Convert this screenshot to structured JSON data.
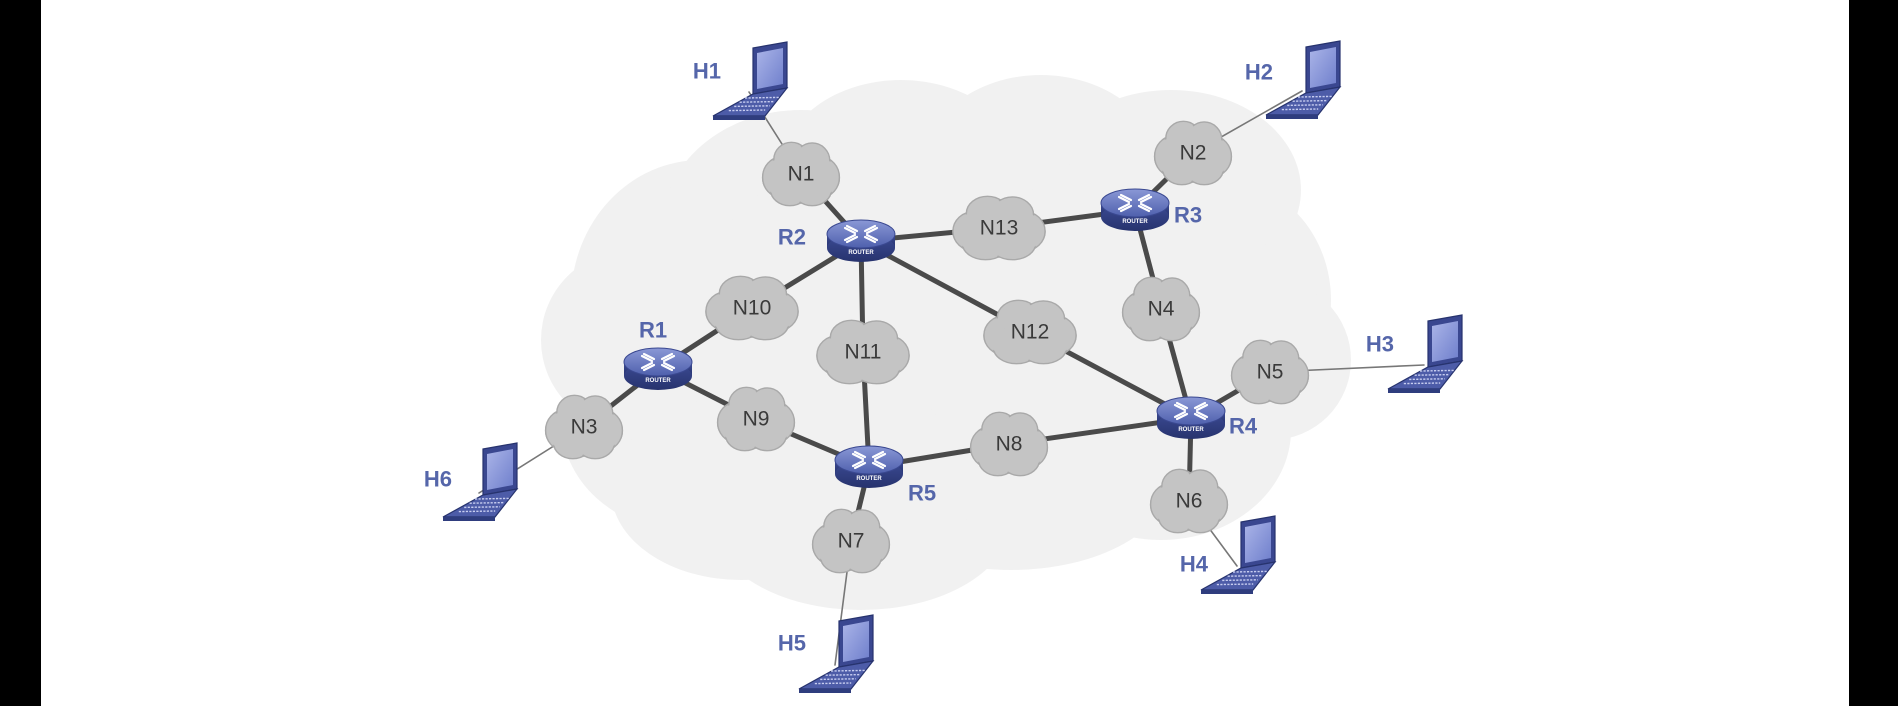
{
  "colors": {
    "background": "#ffffff",
    "side_bars": "#000000",
    "cloud_backdrop": "#f1f1f1",
    "network_cloud": "#c4c4c4",
    "network_cloud_shade": "#a9a9a9",
    "router_blue": "#5567b0",
    "router_dark": "#2f3d7e",
    "host_blue": "#5566aa",
    "label_blue": "#5566aa",
    "link_thick": "#4a4a4a",
    "link_thin": "#777777"
  },
  "router_marking": "ROUTER",
  "networks": [
    {
      "id": "N1",
      "label": "N1"
    },
    {
      "id": "N2",
      "label": "N2"
    },
    {
      "id": "N3",
      "label": "N3"
    },
    {
      "id": "N4",
      "label": "N4"
    },
    {
      "id": "N5",
      "label": "N5"
    },
    {
      "id": "N6",
      "label": "N6"
    },
    {
      "id": "N7",
      "label": "N7"
    },
    {
      "id": "N8",
      "label": "N8"
    },
    {
      "id": "N9",
      "label": "N9"
    },
    {
      "id": "N10",
      "label": "N10"
    },
    {
      "id": "N11",
      "label": "N11"
    },
    {
      "id": "N12",
      "label": "N12"
    },
    {
      "id": "N13",
      "label": "N13"
    }
  ],
  "routers": [
    {
      "id": "R1",
      "label": "R1"
    },
    {
      "id": "R2",
      "label": "R2"
    },
    {
      "id": "R3",
      "label": "R3"
    },
    {
      "id": "R4",
      "label": "R4"
    },
    {
      "id": "R5",
      "label": "R5"
    }
  ],
  "hosts": [
    {
      "id": "H1",
      "label": "H1"
    },
    {
      "id": "H2",
      "label": "H2"
    },
    {
      "id": "H3",
      "label": "H3"
    },
    {
      "id": "H4",
      "label": "H4"
    },
    {
      "id": "H5",
      "label": "H5"
    },
    {
      "id": "H6",
      "label": "H6"
    }
  ],
  "links": [
    {
      "from": "R2",
      "to": "N1",
      "kind": "thick"
    },
    {
      "from": "R2",
      "to": "N13",
      "kind": "thick"
    },
    {
      "from": "N13",
      "to": "R3",
      "kind": "thick"
    },
    {
      "from": "R2",
      "to": "N10",
      "kind": "thick"
    },
    {
      "from": "N10",
      "to": "R1",
      "kind": "thick"
    },
    {
      "from": "R2",
      "to": "N11",
      "kind": "thick"
    },
    {
      "from": "N11",
      "to": "R5",
      "kind": "thick"
    },
    {
      "from": "R2",
      "to": "N12",
      "kind": "thick"
    },
    {
      "from": "N12",
      "to": "R4",
      "kind": "thick"
    },
    {
      "from": "R3",
      "to": "N2",
      "kind": "thick"
    },
    {
      "from": "R3",
      "to": "N4",
      "kind": "thick"
    },
    {
      "from": "N4",
      "to": "R4",
      "kind": "thick"
    },
    {
      "from": "R4",
      "to": "N5",
      "kind": "thick"
    },
    {
      "from": "R4",
      "to": "N6",
      "kind": "thick"
    },
    {
      "from": "R4",
      "to": "N8",
      "kind": "thick"
    },
    {
      "from": "N8",
      "to": "R5",
      "kind": "thick"
    },
    {
      "from": "R5",
      "to": "N9",
      "kind": "thick"
    },
    {
      "from": "N9",
      "to": "R1",
      "kind": "thick"
    },
    {
      "from": "R1",
      "to": "N3",
      "kind": "thick"
    },
    {
      "from": "R5",
      "to": "N7",
      "kind": "thick"
    },
    {
      "from": "N1",
      "to": "H1",
      "kind": "thin"
    },
    {
      "from": "N2",
      "to": "H2",
      "kind": "thin"
    },
    {
      "from": "N5",
      "to": "H3",
      "kind": "thin"
    },
    {
      "from": "N6",
      "to": "H4",
      "kind": "thin"
    },
    {
      "from": "N7",
      "to": "H5",
      "kind": "thin"
    },
    {
      "from": "N3",
      "to": "H6",
      "kind": "thin"
    }
  ]
}
